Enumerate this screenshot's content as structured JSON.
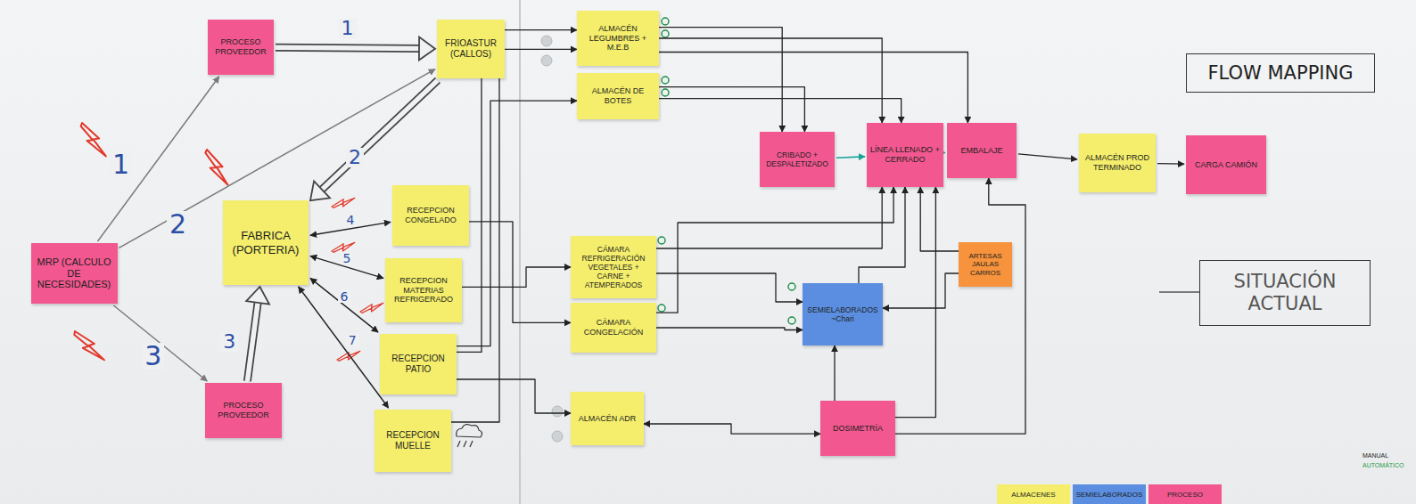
{
  "diagram": {
    "nodes": [
      {
        "text": [
          "PROCESO PROVEEDOR"
        ]
      },
      {
        "text": [
          "FRIOASTUR (CALLOS)"
        ]
      },
      {
        "text": [
          "ALMACÉN LEGUMBRES + M.E.B"
        ]
      },
      {
        "text": [
          "ALMACÉN DE BOTES"
        ]
      },
      {
        "text": [
          "FLOW MAPPING"
        ]
      },
      {
        "text": [
          "MRP (CALCULO DE NECESIDADES)"
        ]
      },
      {
        "text": [
          "FABRICA (PORTERIA)"
        ]
      },
      {
        "text": [
          "RECEPCION CONGELADO"
        ]
      },
      {
        "text": [
          "RECEPCION MATERIAS REFRIGERADO"
        ]
      },
      {
        "text": [
          "RECEPCION PATIO"
        ]
      },
      {
        "text": [
          "RECEPCION MUELLE"
        ]
      },
      {
        "text": [
          "PROCESO PROVEEDOR"
        ]
      },
      {
        "text": [
          "CÁMARA REFRIGERACIÓN VEGETALES + CARNE + ATEMPERADOS"
        ]
      },
      {
        "text": [
          "CÁMARA CONGELACIÓN"
        ]
      },
      {
        "text": [
          "ALMACÉN ADR"
        ]
      },
      {
        "text": [
          "CRIBADO + DESPALETIZADO"
        ]
      },
      {
        "text": [
          "LÍNEA LLENADO + CERRADO"
        ]
      },
      {
        "text": [
          "EMBALAJE"
        ]
      },
      {
        "text": [
          "ALMACÉN PROD TERMINADO"
        ]
      },
      {
        "text": [
          "CARGA CAMIÓN"
        ]
      },
      {
        "text": [
          "SEMIELABORADOS ~Chari"
        ]
      },
      {
        "text": [
          "ARTESAS JAULAS CARROS"
        ]
      },
      {
        "text": [
          "DOSIMETRÍA"
        ]
      },
      {
        "text": [
          "SITUACIÓN ACTUAL"
        ]
      }
    ],
    "edges": [
      {
        "from": 5,
        "to": 0,
        "arrow": "to",
        "label": "1"
      },
      {
        "from": 5,
        "to": 1,
        "arrow": "to",
        "label": "2"
      },
      {
        "from": 5,
        "to": 11,
        "arrow": "to",
        "label": "3"
      },
      {
        "from": 0,
        "to": 1,
        "arrow": "to",
        "label": "1"
      },
      {
        "from": 1,
        "to": 6,
        "arrow": "to",
        "label": "2"
      },
      {
        "from": 11,
        "to": 6,
        "arrow": "to",
        "label": "3"
      },
      {
        "from": 6,
        "to": 7,
        "arrow": "both",
        "label": "4"
      },
      {
        "from": 6,
        "to": 8,
        "arrow": "both",
        "label": "5"
      },
      {
        "from": 6,
        "to": 9,
        "arrow": "both",
        "label": "6"
      },
      {
        "from": 6,
        "to": 10,
        "arrow": "both",
        "label": "7"
      },
      {
        "from": 7,
        "to": 13,
        "arrow": "to"
      },
      {
        "from": 8,
        "to": 12,
        "arrow": "to"
      },
      {
        "from": 9,
        "to": 2,
        "arrow": "to"
      },
      {
        "from": 9,
        "to": 3,
        "arrow": "to"
      },
      {
        "from": 9,
        "to": 14,
        "arrow": "to"
      },
      {
        "from": 10,
        "to": 2,
        "arrow": "to"
      },
      {
        "from": 2,
        "to": 15,
        "arrow": "to"
      },
      {
        "from": 3,
        "to": 15,
        "arrow": "to"
      },
      {
        "from": 2,
        "to": 16,
        "arrow": "to"
      },
      {
        "from": 3,
        "to": 16,
        "arrow": "to"
      },
      {
        "from": 2,
        "to": 17,
        "arrow": "to"
      },
      {
        "from": 15,
        "to": 16,
        "arrow": "to"
      },
      {
        "from": 16,
        "to": 17,
        "arrow": "to"
      },
      {
        "from": 17,
        "to": 18,
        "arrow": "to"
      },
      {
        "from": 18,
        "to": 19,
        "arrow": "to"
      },
      {
        "from": 12,
        "to": 20,
        "arrow": "to"
      },
      {
        "from": 13,
        "to": 20,
        "arrow": "to"
      },
      {
        "from": 12,
        "to": 16,
        "arrow": "to"
      },
      {
        "from": 13,
        "to": 16,
        "arrow": "to"
      },
      {
        "from": 20,
        "to": 16,
        "arrow": "to"
      },
      {
        "from": 21,
        "to": 16,
        "arrow": "to"
      },
      {
        "from": 21,
        "to": 20,
        "arrow": "to"
      },
      {
        "from": 14,
        "to": 22,
        "arrow": "both"
      },
      {
        "from": 22,
        "to": 20,
        "arrow": "to"
      },
      {
        "from": 22,
        "to": 16,
        "arrow": "to"
      },
      {
        "from": 22,
        "to": 17,
        "arrow": "to"
      }
    ],
    "legend": [
      {
        "text": "ALMACENES",
        "color": "#f4ee6c"
      },
      {
        "text": "SEMIELABORADOS",
        "color": "#5b8ee0"
      },
      {
        "text": "PROCESO",
        "color": "#f2588f"
      },
      {
        "text": "MANUAL"
      },
      {
        "text": "AUTOMÁTICO"
      }
    ]
  }
}
